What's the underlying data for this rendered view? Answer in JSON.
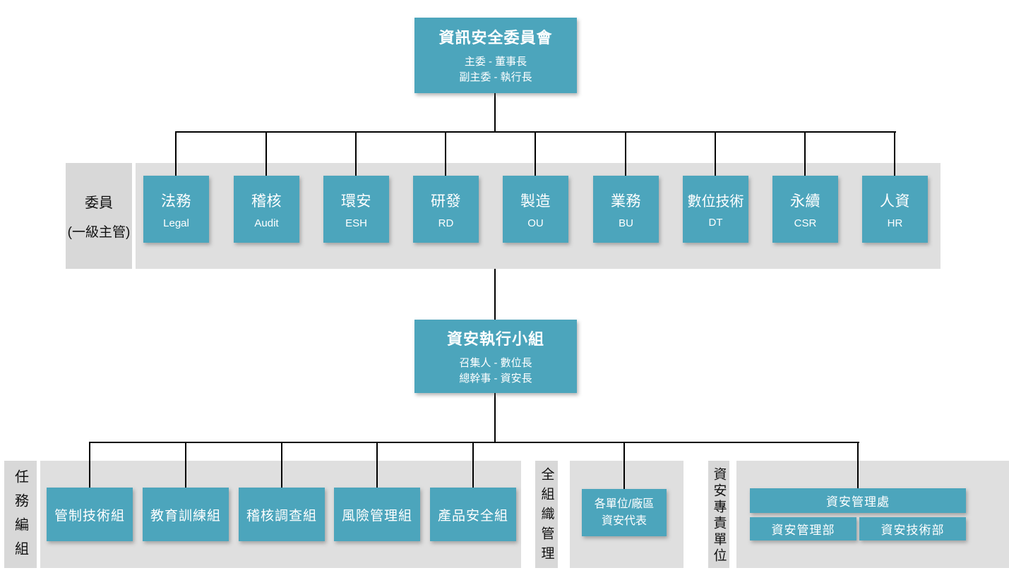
{
  "colors": {
    "teal": "#4ca5bc",
    "band_gray": "#dfdfdf",
    "label_gray": "#d8d8d8",
    "line_black": "#000000"
  },
  "root_committee": {
    "title": "資訊安全委員會",
    "subtitle_line1": "主委 - 董事長",
    "subtitle_line2": "副主委 - 執行長"
  },
  "members_section": {
    "label_line1": "委員",
    "label_line2": "(一級主管)"
  },
  "members": [
    {
      "title": "法務",
      "subtitle": "Legal"
    },
    {
      "title": "稽核",
      "subtitle": "Audit"
    },
    {
      "title": "環安",
      "subtitle": "ESH"
    },
    {
      "title": "研發",
      "subtitle": "RD"
    },
    {
      "title": "製造",
      "subtitle": "OU"
    },
    {
      "title": "業務",
      "subtitle": "BU"
    },
    {
      "title": "數位技術",
      "subtitle": "DT"
    },
    {
      "title": "永續",
      "subtitle": "CSR"
    },
    {
      "title": "人資",
      "subtitle": "HR"
    }
  ],
  "exec_team": {
    "title": "資安執行小組",
    "subtitle_line1": "召集人 - 數位長",
    "subtitle_line2": "總幹事 - 資安長"
  },
  "task_force": {
    "label": "任務編組",
    "groups": [
      "管制技術組",
      "教育訓練組",
      "稽核調查組",
      "風險管理組",
      "產品安全組"
    ]
  },
  "org_wide": {
    "label": "全組織管理",
    "rep_line1": "各單位/廠區",
    "rep_line2": "資安代表"
  },
  "dedicated_unit": {
    "label": "資安專責單位",
    "division": "資安管理處",
    "departments": [
      "資安管理部",
      "資安技術部"
    ]
  }
}
